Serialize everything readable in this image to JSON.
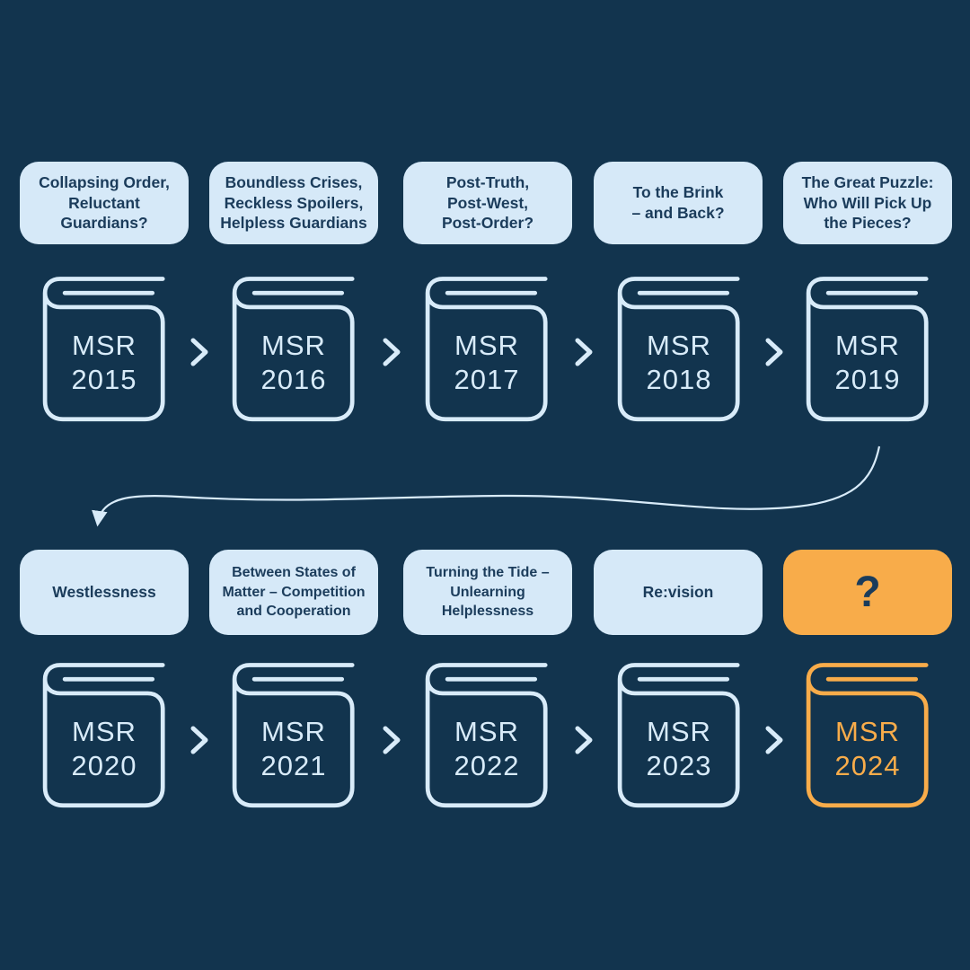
{
  "colors": {
    "background": "#12344E",
    "box_fill_light_blue": "#D6E9F8",
    "box_text_navy": "#1B3C5B",
    "icon_light_blue": "#D8EBF9",
    "accent_orange": "#F8AC4A"
  },
  "row1": {
    "labels": [
      "Collapsing Order,\nReluctant Guardians?",
      "Boundless Crises,\nReckless Spoilers,\nHelpless Guardians",
      "Post-Truth,\nPost-West,\nPost-Order?",
      "To the Brink\n– and Back?",
      "The Great Puzzle:\nWho Will Pick Up\nthe Pieces?"
    ],
    "books": [
      {
        "line1": "MSR",
        "line2": "2015"
      },
      {
        "line1": "MSR",
        "line2": "2016"
      },
      {
        "line1": "MSR",
        "line2": "2017"
      },
      {
        "line1": "MSR",
        "line2": "2018"
      },
      {
        "line1": "MSR",
        "line2": "2019"
      }
    ]
  },
  "row2": {
    "labels": [
      "Westlessness",
      "Between States of\nMatter – Competition\nand Cooperation",
      "Turning the Tide –\nUnlearning\nHelplessness",
      "Re:vision",
      "?"
    ],
    "books": [
      {
        "line1": "MSR",
        "line2": "2020"
      },
      {
        "line1": "MSR",
        "line2": "2021"
      },
      {
        "line1": "MSR",
        "line2": "2022"
      },
      {
        "line1": "MSR",
        "line2": "2023"
      },
      {
        "line1": "MSR",
        "line2": "2024"
      }
    ]
  }
}
